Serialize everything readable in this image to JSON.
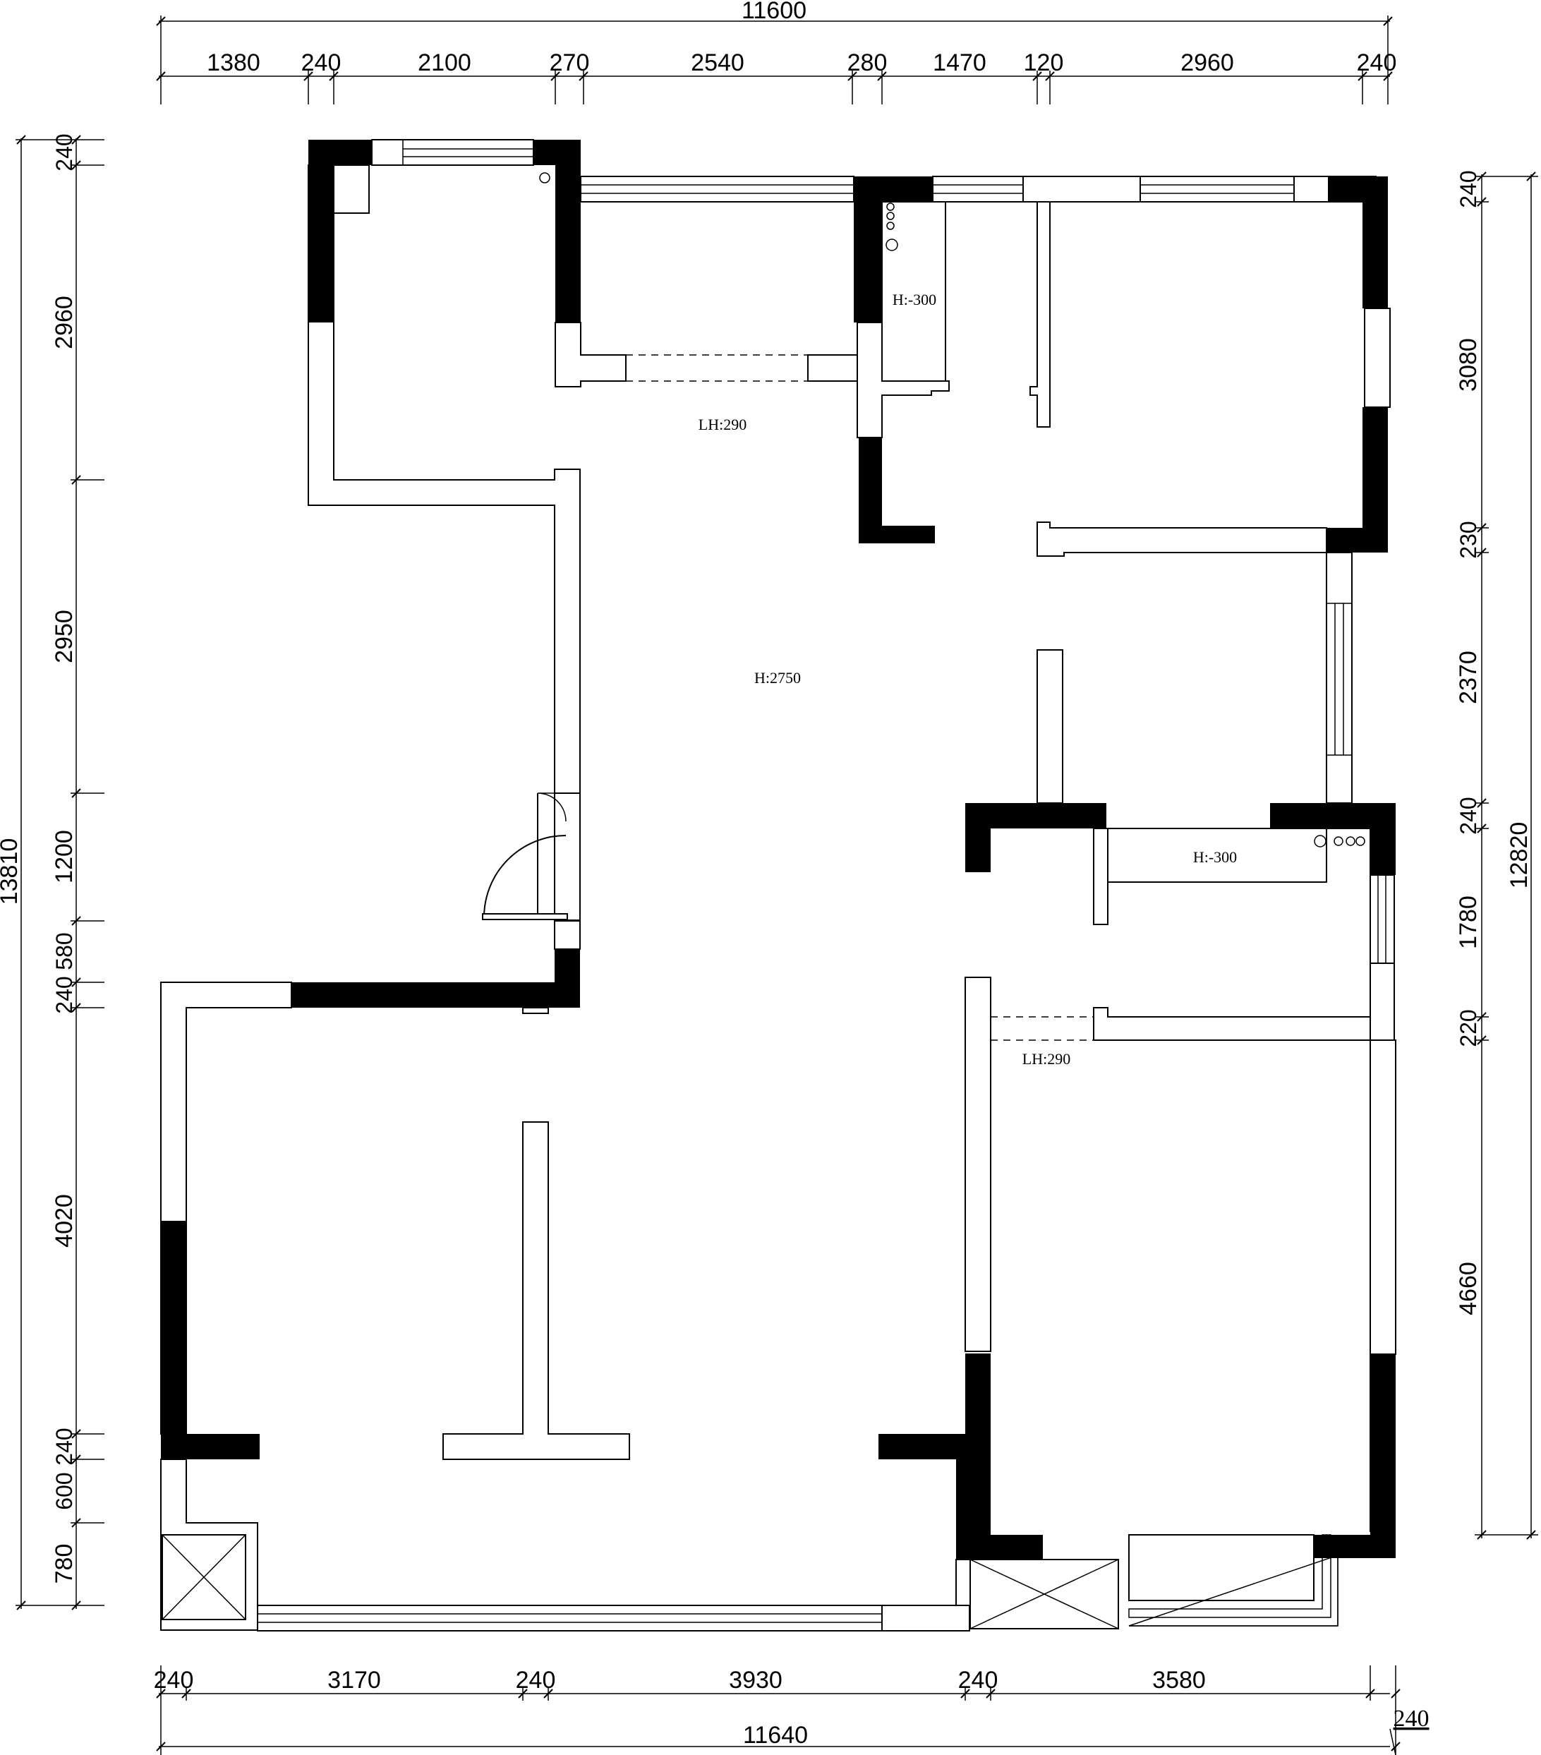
{
  "dimensions": {
    "top_total": "11600",
    "top_segments": [
      "1380",
      "240",
      "2100",
      "270",
      "2540",
      "280",
      "1470",
      "120",
      "2960",
      "240"
    ],
    "bottom_total": "11640",
    "bottom_segments": [
      "240",
      "3170",
      "240",
      "3930",
      "240",
      "3580"
    ],
    "bottom_corner": "240",
    "left_total": "13810",
    "left_segments": [
      "240",
      "2960",
      "2950",
      "1200",
      "580",
      "240",
      "4020",
      "240",
      "600",
      "780"
    ],
    "right_total": "12820",
    "right_segments": [
      "240",
      "3080",
      "230",
      "2370",
      "240",
      "1780",
      "220",
      "4660"
    ]
  },
  "annotations": {
    "ceiling_height": "H:2750",
    "beam_height_top": "LH:290",
    "beam_height_right": "LH:290",
    "floor_drop_top": "H:-300",
    "floor_drop_right": "H:-300"
  }
}
